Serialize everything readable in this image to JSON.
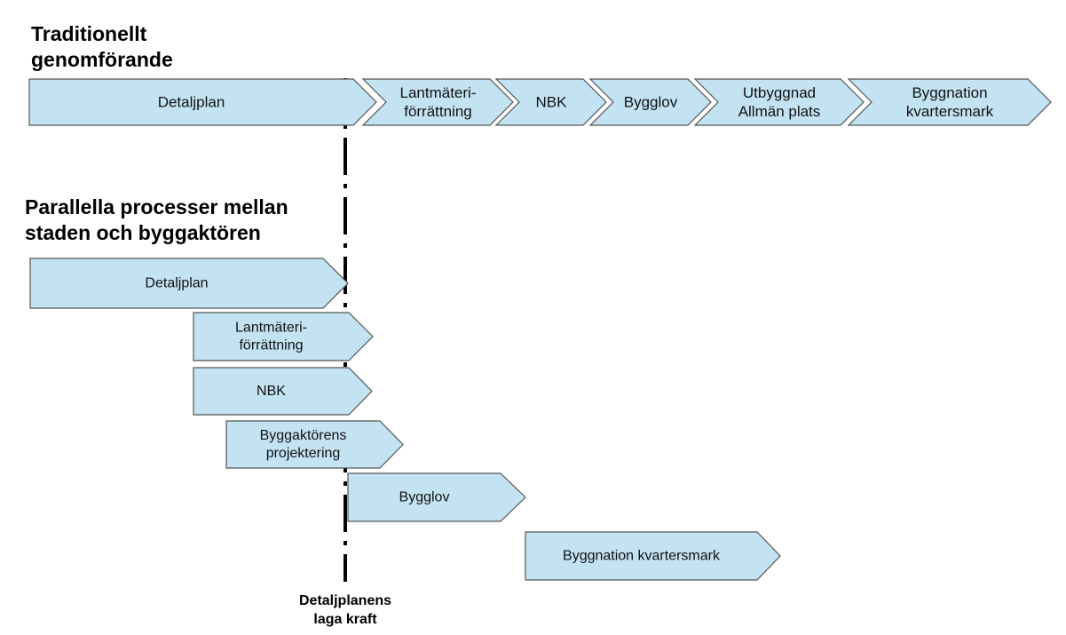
{
  "sections": {
    "traditional": {
      "title": [
        "Traditionellt",
        "genomförande"
      ],
      "steps": [
        {
          "label": [
            "Detaljplan"
          ]
        },
        {
          "label": [
            "Lantmäteri-",
            "förrättning"
          ]
        },
        {
          "label": [
            "NBK"
          ]
        },
        {
          "label": [
            "Bygglov"
          ]
        },
        {
          "label": [
            "Utbyggnad",
            "Allmän plats"
          ]
        },
        {
          "label": [
            "Byggnation",
            "kvartersmark"
          ]
        }
      ]
    },
    "parallel": {
      "title": [
        "Parallella processer mellan",
        "staden och byggaktören"
      ],
      "steps": [
        {
          "label": [
            "Detaljplan"
          ]
        },
        {
          "label": [
            "Lantmäteri-",
            "förrättning"
          ]
        },
        {
          "label": [
            "NBK"
          ]
        },
        {
          "label": [
            "Byggaktörens",
            "projektering"
          ]
        },
        {
          "label": [
            "Bygglov"
          ]
        },
        {
          "label": [
            "Byggnation kvartersmark"
          ]
        }
      ]
    }
  },
  "milestone": {
    "label": [
      "Detaljplanens",
      "laga kraft"
    ]
  },
  "colors": {
    "fill": "#c3e3f3",
    "stroke": "#555555",
    "line": "#000000"
  }
}
